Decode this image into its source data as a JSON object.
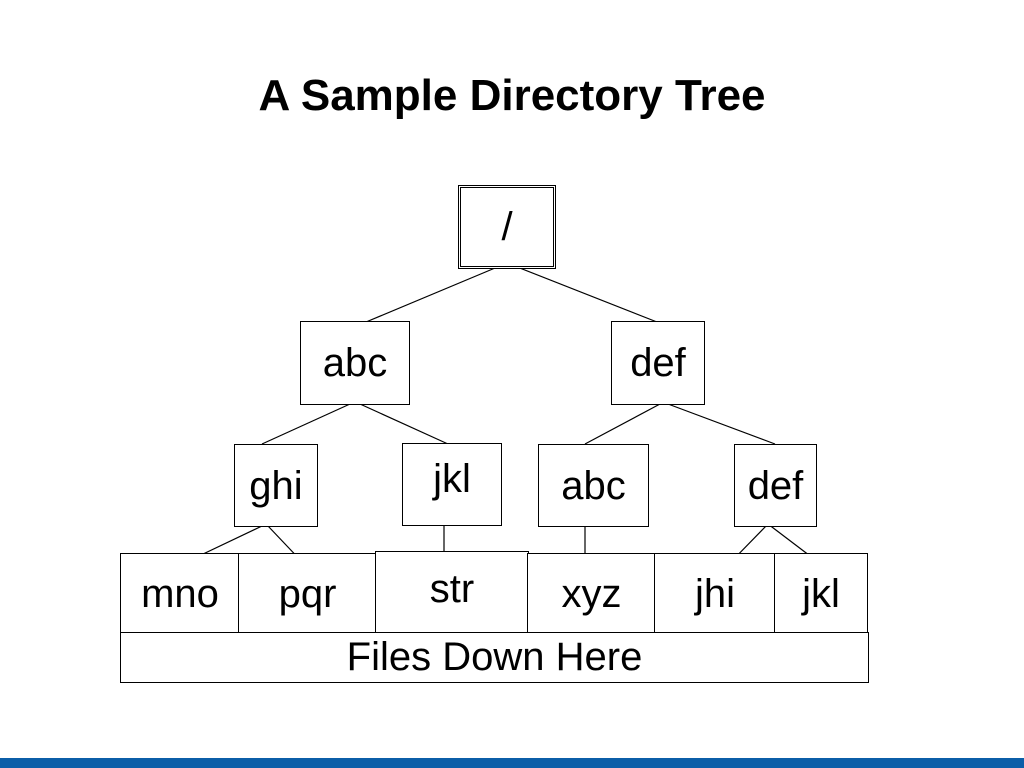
{
  "title": "A Sample Directory Tree",
  "root": {
    "label": "/"
  },
  "level1": [
    {
      "label": "abc"
    },
    {
      "label": "def"
    }
  ],
  "level2": [
    {
      "label": "ghi"
    },
    {
      "label": "jkl"
    },
    {
      "label": "abc"
    },
    {
      "label": "def"
    }
  ],
  "files": [
    {
      "label": "mno"
    },
    {
      "label": "pqr"
    },
    {
      "label": "str"
    },
    {
      "label": "xyz"
    },
    {
      "label": "jhi"
    },
    {
      "label": "jkl"
    }
  ],
  "files_caption": "Files Down Here",
  "colors": {
    "bottom_bar": "#0b5ea8",
    "line": "#000000"
  }
}
